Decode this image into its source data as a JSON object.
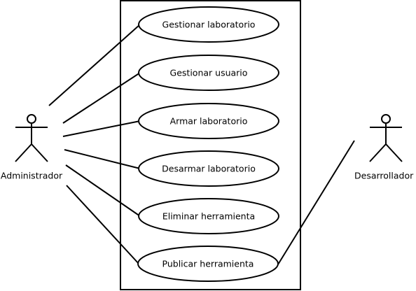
{
  "diagram": {
    "colors": {
      "stroke": "#000000",
      "fill": "#ffffff"
    },
    "actors": [
      {
        "name": "Administrador"
      },
      {
        "name": "Desarrollador"
      }
    ],
    "use_cases": [
      {
        "label": "Gestionar laboratorio"
      },
      {
        "label": "Gestionar usuario"
      },
      {
        "label": "Armar laboratorio"
      },
      {
        "label": "Desarmar laboratorio"
      },
      {
        "label": "Eliminar herramienta"
      },
      {
        "label": "Publicar herramienta"
      }
    ],
    "associations": [
      {
        "actor": "Administrador",
        "use_case": "Gestionar laboratorio"
      },
      {
        "actor": "Administrador",
        "use_case": "Gestionar usuario"
      },
      {
        "actor": "Administrador",
        "use_case": "Armar laboratorio"
      },
      {
        "actor": "Administrador",
        "use_case": "Desarmar laboratorio"
      },
      {
        "actor": "Administrador",
        "use_case": "Eliminar herramienta"
      },
      {
        "actor": "Administrador",
        "use_case": "Publicar herramienta"
      },
      {
        "actor": "Desarrollador",
        "use_case": "Publicar herramienta"
      }
    ]
  }
}
